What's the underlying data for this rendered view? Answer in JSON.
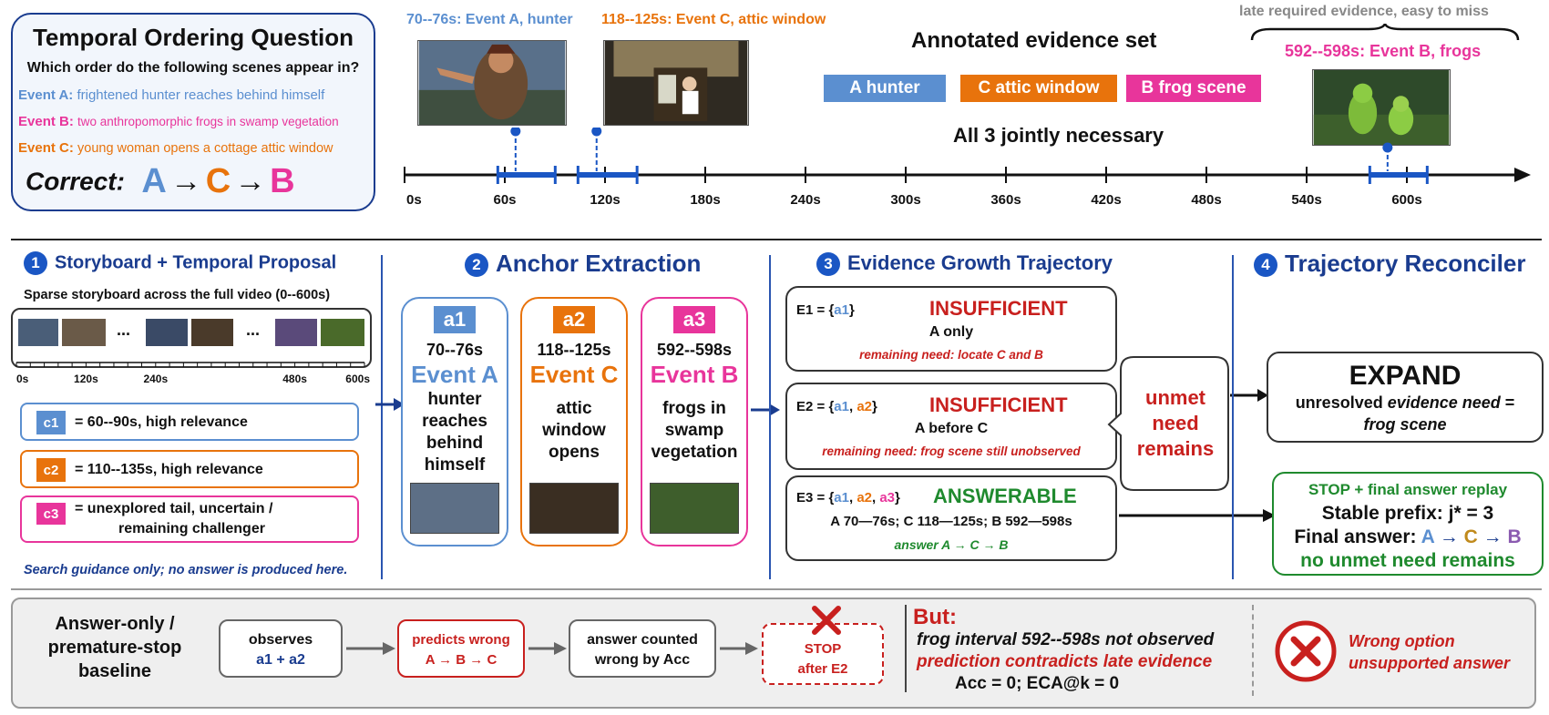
{
  "question": {
    "title": "Temporal Ordering Question",
    "prompt": "Which order do the following scenes appear in?",
    "event_a_label": "Event A:",
    "event_a_text": "frightened hunter reaches behind himself",
    "event_b_label": "Event B:",
    "event_b_text": "two anthropomorphic frogs in swamp vegetation",
    "event_c_label": "Event C:",
    "event_c_text": "young woman opens a cottage attic window",
    "correct_label": "Correct:",
    "ans_a": "A",
    "ans_c": "C",
    "ans_b": "B",
    "arrow": "→"
  },
  "timeline": {
    "caption_a": "70--76s: Event A, hunter",
    "caption_c": "118--125s: Event C, attic window",
    "caption_b": "592--598s: Event B, frogs",
    "late_note": "late required evidence, easy to miss",
    "ticks": [
      "0s",
      "60s",
      "120s",
      "180s",
      "240s",
      "300s",
      "360s",
      "420s",
      "480s",
      "540s",
      "600s"
    ],
    "tick_values": [
      0,
      60,
      120,
      180,
      240,
      300,
      360,
      420,
      480,
      540,
      600
    ],
    "intervals": [
      {
        "start": 70,
        "end": 76
      },
      {
        "start": 118,
        "end": 125
      },
      {
        "start": 592,
        "end": 598
      }
    ],
    "max_seconds": 600,
    "axis_color": "#111111",
    "interval_color": "#1a56c4"
  },
  "evidence_set": {
    "title": "Annotated evidence set",
    "a": "A hunter",
    "c": "C attic window",
    "b": "B frog scene",
    "note": "All 3 jointly necessary"
  },
  "colors": {
    "a": "#5b8fd0",
    "b": "#e8359b",
    "c": "#e8730c",
    "navy": "#1a3c8f",
    "red": "#c8201e",
    "green": "#1f8a2e"
  },
  "s1": {
    "num": "1",
    "title": "Storyboard + Temporal Proposal",
    "subtitle": "Sparse storyboard across the full video (0--600s)",
    "dots1": "...",
    "dots2": "...",
    "ticks": [
      "0s",
      "120s",
      "240s",
      "480s",
      "600s"
    ],
    "c1_tag": "c1",
    "c1_text": "= 60--90s, high relevance",
    "c2_tag": "c2",
    "c2_text": "= 110--135s, high relevance",
    "c3_tag": "c3",
    "c3_line1": "= unexplored tail, uncertain /",
    "c3_line2": "remaining challenger",
    "note": "Search guidance only; no answer is produced here."
  },
  "s2": {
    "num": "2",
    "title": "Anchor Extraction",
    "a1": {
      "tag": "a1",
      "time": "70--76s",
      "event": "Event A",
      "desc": [
        "hunter",
        "reaches",
        "behind",
        "himself"
      ]
    },
    "a2": {
      "tag": "a2",
      "time": "118--125s",
      "event": "Event C",
      "desc": [
        "attic",
        "window",
        "opens"
      ]
    },
    "a3": {
      "tag": "a3",
      "time": "592--598s",
      "event": "Event B",
      "desc": [
        "frogs in",
        "swamp",
        "vegetation"
      ]
    }
  },
  "s3": {
    "num": "3",
    "title": "Evidence Growth Trajectory",
    "e1": {
      "label": "E1 = {",
      "a1": "a1",
      "close": "}",
      "status": "INSUFFICIENT",
      "line": "A only",
      "need": "remaining need: locate C and B"
    },
    "e2": {
      "label": "E2 = {",
      "a1": "a1",
      "sep": ", ",
      "a2": "a2",
      "close": "}",
      "status": "INSUFFICIENT",
      "line": "A before C",
      "need": "remaining need: frog scene still unobserved"
    },
    "e3": {
      "label": "E3 = {",
      "a1": "a1",
      "sep1": ", ",
      "a2": "a2",
      "sep2": ", ",
      "a3": "a3",
      "close": "}",
      "status": "ANSWERABLE",
      "line": "A 70—76s; C 118—125s; B 592—598s",
      "need": "answer A → C → B"
    },
    "callout": [
      "unmet",
      "need",
      "remains"
    ]
  },
  "s4": {
    "num": "4",
    "title": "Trajectory Reconciler",
    "expand": "EXPAND",
    "expand_line1_a": "unresolved ",
    "expand_line1_b": "evidence need",
    "expand_line1_c": " =",
    "expand_line2": "frog scene",
    "stop_title": "STOP + final answer replay",
    "stable": "Stable prefix: j* = 3",
    "final_label": "Final answer: ",
    "fa": "A",
    "fc": "C",
    "fb": "B",
    "arrow": " → ",
    "no_unmet": "no unmet need remains"
  },
  "baseline": {
    "title": [
      "Answer-only /",
      "premature-stop",
      "baseline"
    ],
    "obs1": "observes",
    "obs2": "a1 + a2",
    "pred1": "predicts wrong",
    "pred2": "A → B → C",
    "cnt1": "answer counted",
    "cnt2": "wrong by Acc",
    "stop1": "STOP",
    "stop2": "after E2",
    "but": "But:",
    "but1": "frog interval 592--598s not observed",
    "but2": "prediction contradicts late evidence",
    "but3": "Acc = 0; ECA@k = 0",
    "wrong1": "Wrong option",
    "wrong2": "unsupported answer"
  }
}
